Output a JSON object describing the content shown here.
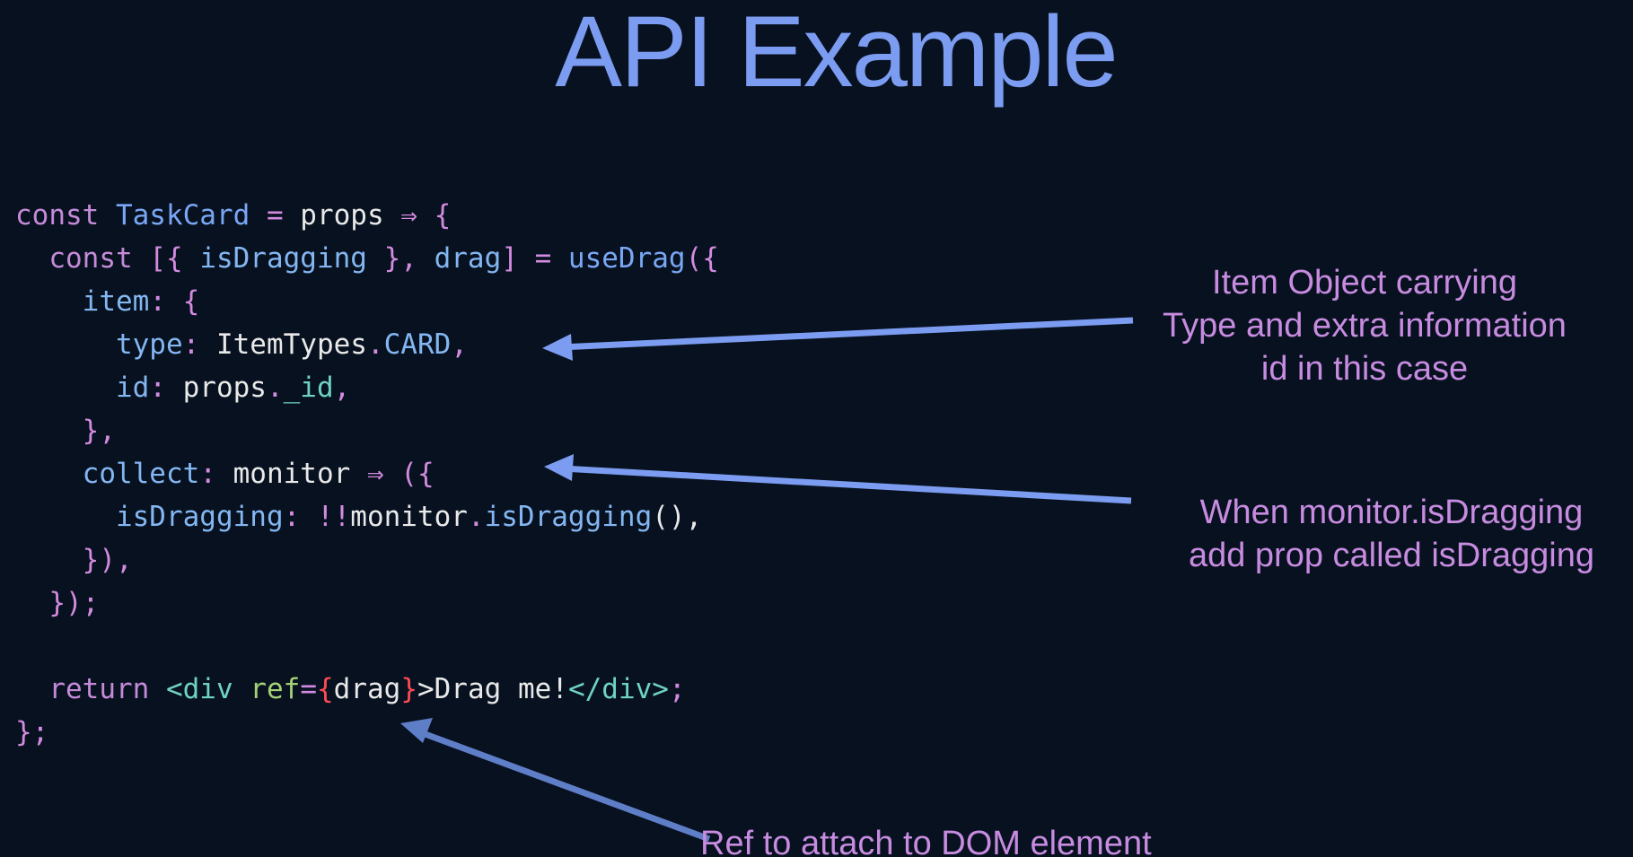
{
  "slide": {
    "title": "API Example"
  },
  "code": {
    "lines": [
      [
        {
          "t": "const ",
          "c": "kw"
        },
        {
          "t": "TaskCard",
          "c": "fn"
        },
        {
          "t": " ",
          "c": "text"
        },
        {
          "t": "=",
          "c": "punc"
        },
        {
          "t": " props ",
          "c": "text"
        },
        {
          "t": "⇒ {",
          "c": "punc"
        }
      ],
      [
        {
          "t": "  const ",
          "c": "kw"
        },
        {
          "t": "[{ ",
          "c": "punc"
        },
        {
          "t": "isDragging",
          "c": "prop"
        },
        {
          "t": " }, ",
          "c": "punc"
        },
        {
          "t": "drag",
          "c": "prop"
        },
        {
          "t": "] = ",
          "c": "punc"
        },
        {
          "t": "useDrag",
          "c": "fn"
        },
        {
          "t": "({",
          "c": "punc"
        }
      ],
      [
        {
          "t": "    item",
          "c": "prop"
        },
        {
          "t": ": {",
          "c": "punc"
        }
      ],
      [
        {
          "t": "      type",
          "c": "prop"
        },
        {
          "t": ": ",
          "c": "punc"
        },
        {
          "t": "ItemTypes",
          "c": "text"
        },
        {
          "t": ".",
          "c": "punc"
        },
        {
          "t": "CARD",
          "c": "prop"
        },
        {
          "t": ",",
          "c": "punc"
        }
      ],
      [
        {
          "t": "      id",
          "c": "prop"
        },
        {
          "t": ": ",
          "c": "punc"
        },
        {
          "t": "props",
          "c": "text"
        },
        {
          "t": ".",
          "c": "punc"
        },
        {
          "t": "_id",
          "c": "tag"
        },
        {
          "t": ",",
          "c": "punc"
        }
      ],
      [
        {
          "t": "    },",
          "c": "punc"
        }
      ],
      [
        {
          "t": "    collect",
          "c": "prop"
        },
        {
          "t": ": ",
          "c": "punc"
        },
        {
          "t": "monitor ",
          "c": "text"
        },
        {
          "t": "⇒ ({",
          "c": "punc"
        }
      ],
      [
        {
          "t": "      isDragging",
          "c": "prop"
        },
        {
          "t": ": ",
          "c": "punc"
        },
        {
          "t": "!!",
          "c": "punc"
        },
        {
          "t": "monitor",
          "c": "text"
        },
        {
          "t": ".",
          "c": "punc"
        },
        {
          "t": "isDragging",
          "c": "prop"
        },
        {
          "t": "(),",
          "c": "text"
        }
      ],
      [
        {
          "t": "    }),",
          "c": "punc"
        }
      ],
      [
        {
          "t": "  });",
          "c": "punc"
        }
      ],
      [
        {
          "t": "",
          "c": "text"
        }
      ],
      [
        {
          "t": "  return ",
          "c": "kw"
        },
        {
          "t": "<div ",
          "c": "tag"
        },
        {
          "t": "ref",
          "c": "attr"
        },
        {
          "t": "=",
          "c": "punc"
        },
        {
          "t": "{",
          "c": "brace"
        },
        {
          "t": "drag",
          "c": "text"
        },
        {
          "t": "}",
          "c": "brace"
        },
        {
          "t": ">Drag me!",
          "c": "text"
        },
        {
          "t": "</div>",
          "c": "tag"
        },
        {
          "t": ";",
          "c": "punc"
        }
      ],
      [
        {
          "t": "};",
          "c": "punc"
        }
      ]
    ]
  },
  "annotations": {
    "item": {
      "lines": [
        "Item Object carrying",
        "Type and extra information",
        "id in this case"
      ]
    },
    "monitor": {
      "lines": [
        "When monitor.isDragging",
        "add prop called isDragging"
      ]
    },
    "ref": {
      "lines": [
        "Ref to attach to DOM element"
      ]
    }
  },
  "colors": {
    "background": "#07111f",
    "title": "#7b9cf0",
    "annotation": "#c78be0",
    "arrow": "#7b9cf0"
  }
}
